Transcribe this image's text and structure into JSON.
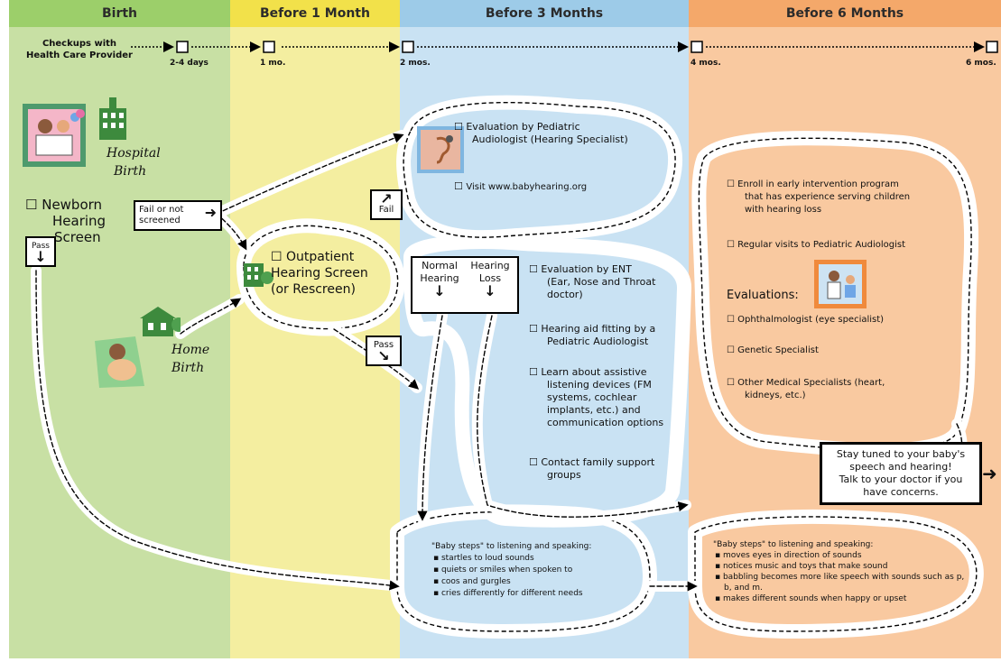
{
  "columns": {
    "birth": "Birth",
    "month1": "Before 1 Month",
    "month3": "Before 3 Months",
    "month6": "Before 6 Months"
  },
  "checkups": {
    "label_line1": "Checkups with",
    "label_line2": "Health Care Provider",
    "ticks": [
      "2-4 days",
      "1 mo.",
      "2 mos.",
      "4 mos.",
      "6 mos."
    ]
  },
  "birth": {
    "hospital_line1": "Hospital",
    "hospital_line2": "Birth",
    "home_line1": "Home",
    "home_line2": "Birth",
    "newborn_line1": "Newborn",
    "newborn_line2": "Hearing",
    "newborn_line3": "Screen",
    "pass_label": "Pass",
    "fail_line1": "Fail or not",
    "fail_line2": "screened"
  },
  "outpatient": {
    "line1": "Outpatient",
    "line2": "Hearing Screen",
    "line3": "(or Rescreen)",
    "fail_label": "Fail",
    "pass_label": "Pass"
  },
  "eval3": {
    "pediatric_line1": "Evaluation by Pediatric",
    "pediatric_line2": "Audiologist (Hearing Specialist)",
    "visit": "Visit www.babyhearing.org",
    "normal_line1": "Normal",
    "normal_line2": "Hearing",
    "loss_line1": "Hearing",
    "loss_line2": "Loss",
    "ent_line1": "Evaluation by ENT",
    "ent_line2": "(Ear, Nose and Throat",
    "ent_line3": "doctor)",
    "aid_line1": "Hearing aid fitting by a",
    "aid_line2": "Pediatric Audiologist",
    "learn_line1": "Learn about assistive",
    "learn_line2": "listening devices (FM",
    "learn_line3": "systems, cochlear",
    "learn_line4": "implants, etc.)  and",
    "learn_line5": "communication options",
    "family_line1": "Contact family support",
    "family_line2": "groups"
  },
  "steps3": {
    "title": "\"Baby steps\" to listening and speaking:",
    "items": [
      "startles to loud sounds",
      "quiets or smiles when spoken to",
      "coos and gurgles",
      "cries differently for different needs"
    ]
  },
  "eval6": {
    "enroll_line1": "Enroll in early intervention program",
    "enroll_line2": "that has experience serving children",
    "enroll_line3": "with hearing loss",
    "regular": "Regular visits to Pediatric Audiologist",
    "evaluations": "Evaluations:",
    "ophth": "Ophthalmologist  (eye specialist)",
    "genetic": "Genetic Specialist",
    "other_line1": "Other Medical Specialists (heart,",
    "other_line2": "kidneys, etc.)"
  },
  "stay": {
    "line1": "Stay tuned to your baby's",
    "line2": "speech and hearing!",
    "line3": "Talk to your doctor if you",
    "line4": "have concerns."
  },
  "steps6": {
    "title": "\"Baby steps\" to listening and speaking:",
    "items": [
      "moves eyes in direction of sounds",
      "notices music and toys that make sound",
      "babbling becomes more like speech with sounds such as p, b, and m.",
      "makes different sounds when happy or upset"
    ]
  },
  "colors": {
    "birth": "#c8e0a4",
    "month1": "#f4eea0",
    "month3": "#c9e2f3",
    "month6": "#f9c9a0"
  }
}
